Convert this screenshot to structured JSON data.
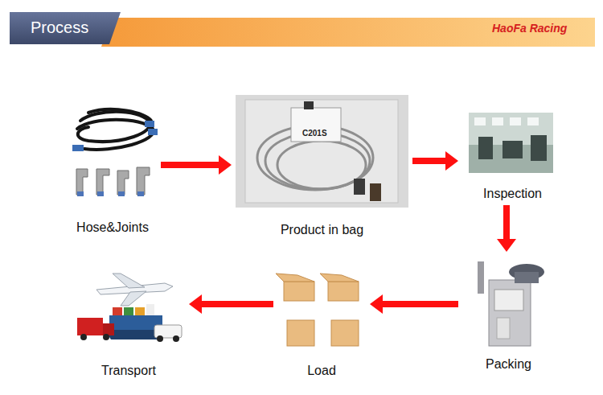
{
  "diagram": {
    "title": "Process",
    "nodes": [
      {
        "text": [
          "Hose&Joints"
        ]
      },
      {
        "text": [
          "Product in bag"
        ]
      },
      {
        "text": [
          "Inspection"
        ]
      },
      {
        "text": [
          "Packing"
        ]
      },
      {
        "text": [
          "Load"
        ]
      },
      {
        "text": [
          "Transport"
        ]
      }
    ],
    "edges": [
      {
        "from": 0,
        "to": 1,
        "arrow": "to"
      },
      {
        "from": 1,
        "to": 2,
        "arrow": "to"
      },
      {
        "from": 2,
        "to": 3,
        "arrow": "to"
      },
      {
        "from": 3,
        "to": 4,
        "arrow": "to"
      },
      {
        "from": 4,
        "to": 5,
        "arrow": "to"
      }
    ],
    "labels": [
      "HaoFa Racing",
      "C201S"
    ]
  }
}
